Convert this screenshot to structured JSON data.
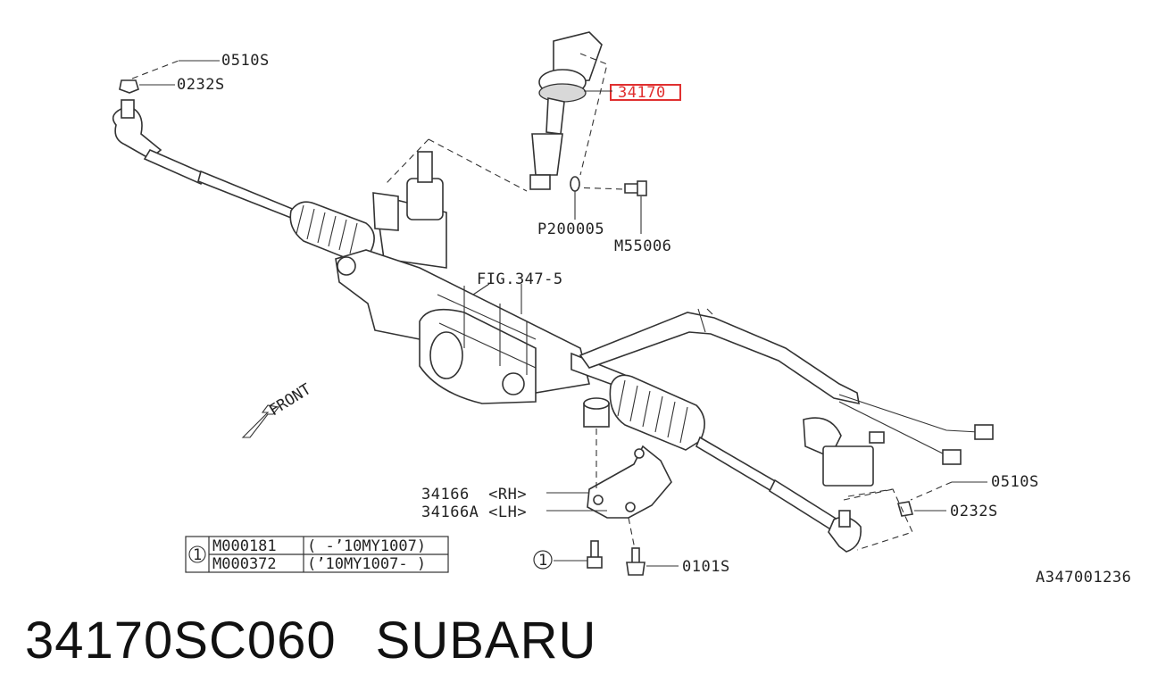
{
  "diagram": {
    "callouts": {
      "nut_top_left": "0510S",
      "washer_top_left": "0232S",
      "highlighted_part": "34170",
      "washer_shaft": "P200005",
      "bolt_shaft": "M55006",
      "fig_ref": "FIG.347-5",
      "bracket_rh": "34166  <RH>",
      "bracket_lh": "34166A <LH>",
      "bolt_bottom": "0101S",
      "nut_bottom_right": "0510S",
      "washer_bottom_right": "0232S",
      "marker_1": "1",
      "front_arrow": "FRONT",
      "diagram_code": "A347001236"
    },
    "highlight_color": "#e03030",
    "table": {
      "marker": "1",
      "rows": [
        {
          "part": "M000181",
          "range": "( -’10MY1007)"
        },
        {
          "part": "M000372",
          "range": "(’10MY1007- )"
        }
      ]
    }
  },
  "footer": {
    "part_number": "34170SC060",
    "brand": "SUBARU"
  }
}
